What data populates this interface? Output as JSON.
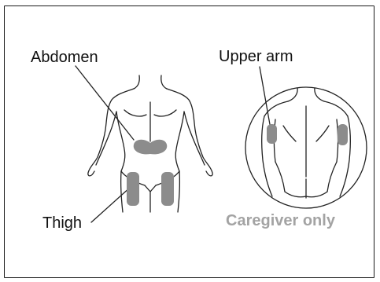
{
  "labels": {
    "abdomen": "Abdomen",
    "upper_arm": "Upper arm",
    "thigh": "Thigh",
    "caregiver_only": "Caregiver only"
  },
  "colors": {
    "outline": "#222222",
    "injection_area": "#8c8c8c",
    "caregiver_text": "#a3a3a3"
  }
}
